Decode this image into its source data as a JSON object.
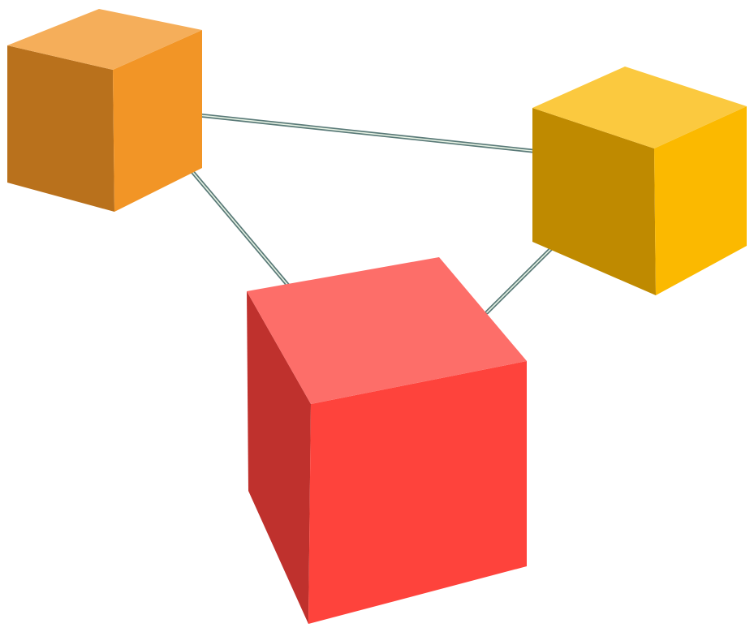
{
  "scene": {
    "background": "#ffffff",
    "connector_color": "#5a7a78",
    "connector_highlight": "#e6f2e4",
    "nodes": [
      {
        "id": "orange-cube",
        "colors": {
          "top": "#f5ae5a",
          "left": "#b9711c",
          "right": "#f29526"
        }
      },
      {
        "id": "yellow-cube",
        "colors": {
          "top": "#fbc93f",
          "left": "#bf8a00",
          "right": "#fbb900"
        }
      },
      {
        "id": "red-cube",
        "colors": {
          "top": "#fd6e69",
          "left": "#bf312d",
          "right": "#fe433c"
        }
      }
    ],
    "edges": [
      {
        "id": "orange-yellow",
        "from": "orange-cube",
        "to": "yellow-cube"
      },
      {
        "id": "orange-red",
        "from": "orange-cube",
        "to": "red-cube"
      },
      {
        "id": "yellow-red",
        "from": "yellow-cube",
        "to": "red-cube"
      }
    ]
  }
}
